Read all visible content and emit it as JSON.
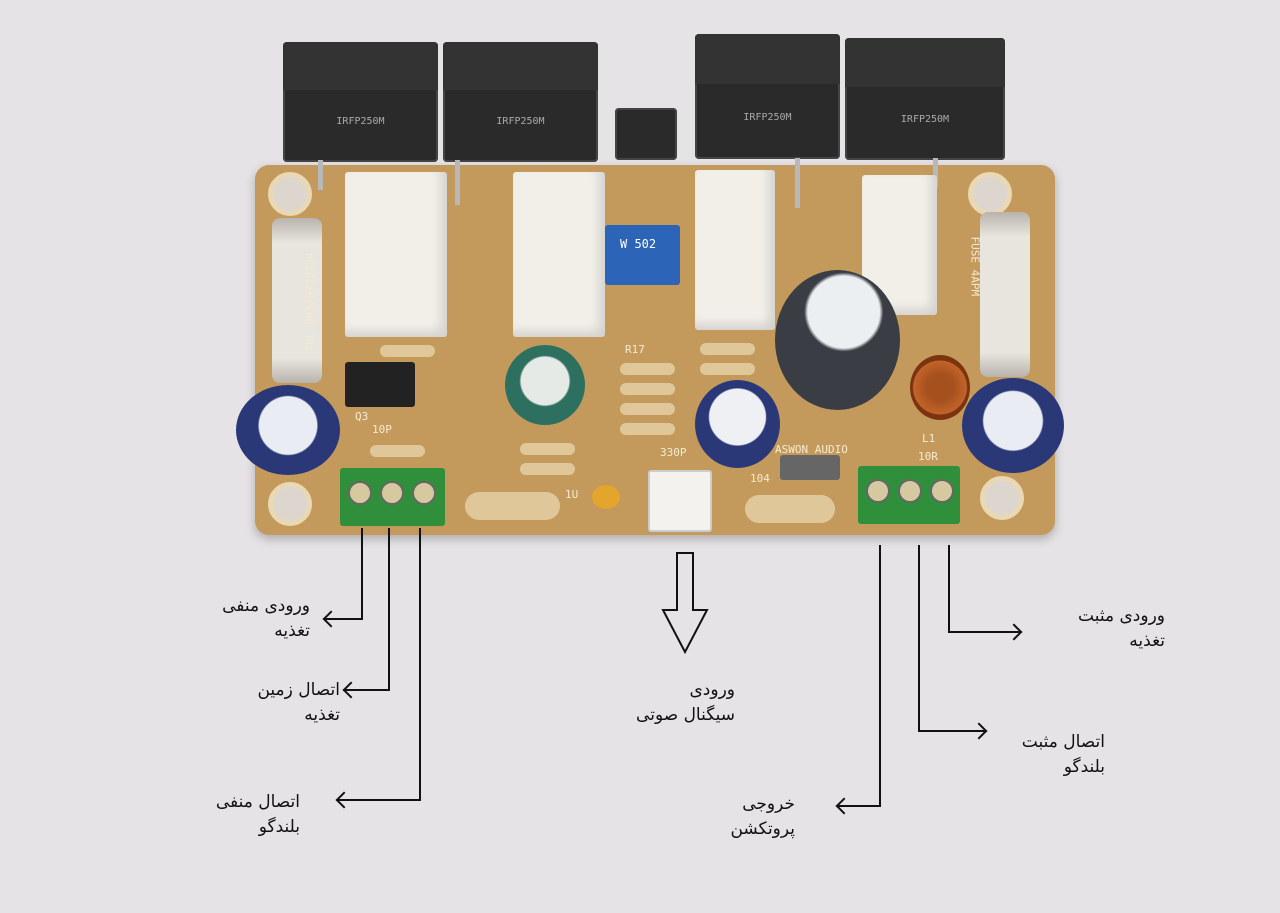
{
  "pcb": {
    "trimmer_label": "W 502",
    "resistor_label": "R17",
    "cap_label": "330P",
    "brand": "ASWON AUDIO",
    "cap104": "104",
    "res10r": "10R",
    "inductor": "L1",
    "fuse_label": "FUSE 4APM",
    "tel": "TEL 09375728754",
    "q3": "Q3",
    "c10p": "10P",
    "c1u": "1U",
    "transistor_mark": "IRFP250M"
  },
  "labels": {
    "neg_supply_input": [
      "ورودی منفی",
      "تغذیه"
    ],
    "ground_supply": [
      "اتصال زمین",
      "تغذیه"
    ],
    "neg_speaker": [
      "اتصال  منفی",
      "بلندگو"
    ],
    "audio_input": [
      "ورودی",
      "سیگنال صوتی"
    ],
    "protection_output": [
      "خروجی",
      "پروتکشن"
    ],
    "pos_speaker": [
      "اتصال مثبت",
      "بلندگو"
    ],
    "pos_supply_input": [
      "ورودی مثبت",
      "تغذیه"
    ]
  },
  "colors": {
    "board": "#c49a5c",
    "terminal": "#2f8f3a",
    "background": "#e6e3e6"
  }
}
